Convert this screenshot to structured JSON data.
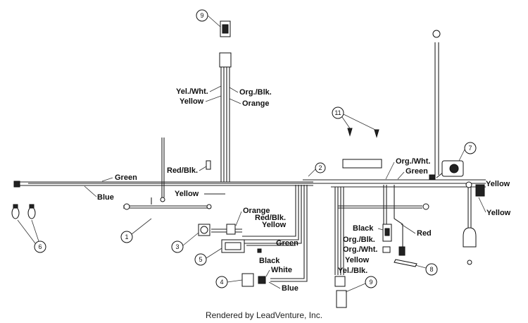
{
  "labels": {
    "yel_wht": "Yel./Wht.",
    "org_blk_top": "Org./Blk.",
    "yellow_top": "Yellow",
    "orange_top": "Orange",
    "green_left": "Green",
    "blue_left": "Blue",
    "red_blk": "Red/Blk.",
    "yellow_mid": "Yellow",
    "orange_mid": "Orange",
    "red_blk_mid": "Red/Blk.",
    "yellow_mid2": "Yellow",
    "green_mid": "Green",
    "black_mid": "Black",
    "white_mid": "White",
    "blue_bottom": "Blue",
    "org_wht_right": "Org./Wht.",
    "green_right": "Green",
    "yellow_right_top": "Yellow",
    "yellow_right_bottom": "Yellow",
    "black_right": "Black",
    "org_blk_right": "Org./Blk.",
    "org_wht_right2": "Org./Wht.",
    "yellow_right": "Yellow",
    "yel_blk_right": "Yel./Blk.",
    "red_right": "Red"
  },
  "callouts": {
    "c1": "1",
    "c2": "2",
    "c3": "3",
    "c4": "4",
    "c5": "5",
    "c6": "6",
    "c7": "7",
    "c8": "8",
    "c9a": "9",
    "c9b": "9",
    "c11": "11"
  },
  "footer": {
    "credit": "Rendered by LeadVenture, Inc."
  }
}
